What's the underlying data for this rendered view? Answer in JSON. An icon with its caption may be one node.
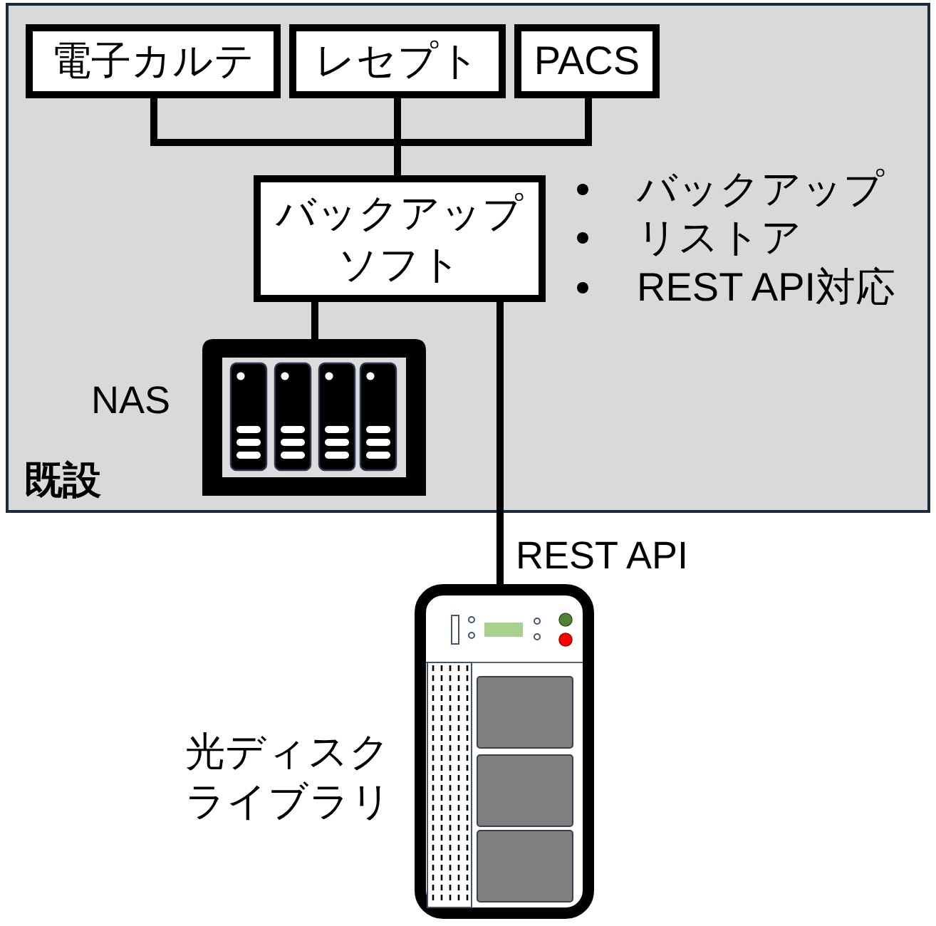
{
  "diagram": {
    "nodes": [
      {
        "text": [
          "既設"
        ]
      },
      {
        "text": [
          "電子カルテ"
        ],
        "in": 0
      },
      {
        "text": [
          "レセプト"
        ],
        "in": 0
      },
      {
        "text": [
          "PACS"
        ],
        "in": 0
      },
      {
        "text": [
          "バックアップソフト"
        ],
        "in": 0
      },
      {
        "text": [],
        "shape": "picture",
        "beside": [
          "NAS"
        ],
        "in": 0
      },
      {
        "text": [],
        "shape": "picture",
        "beside": [
          "光ディスクライブラリ"
        ]
      }
    ],
    "edges": [
      {
        "from": 1,
        "to": 4,
        "arrow": "none"
      },
      {
        "from": 2,
        "to": 4,
        "arrow": "none"
      },
      {
        "from": 3,
        "to": 4,
        "arrow": "none"
      },
      {
        "from": 4,
        "to": 5,
        "arrow": "none"
      },
      {
        "from": 4,
        "to": 6,
        "arrow": "none",
        "label": "REST API"
      }
    ],
    "labels": [
      "バックアップ",
      "リストア",
      "REST API対応"
    ]
  }
}
